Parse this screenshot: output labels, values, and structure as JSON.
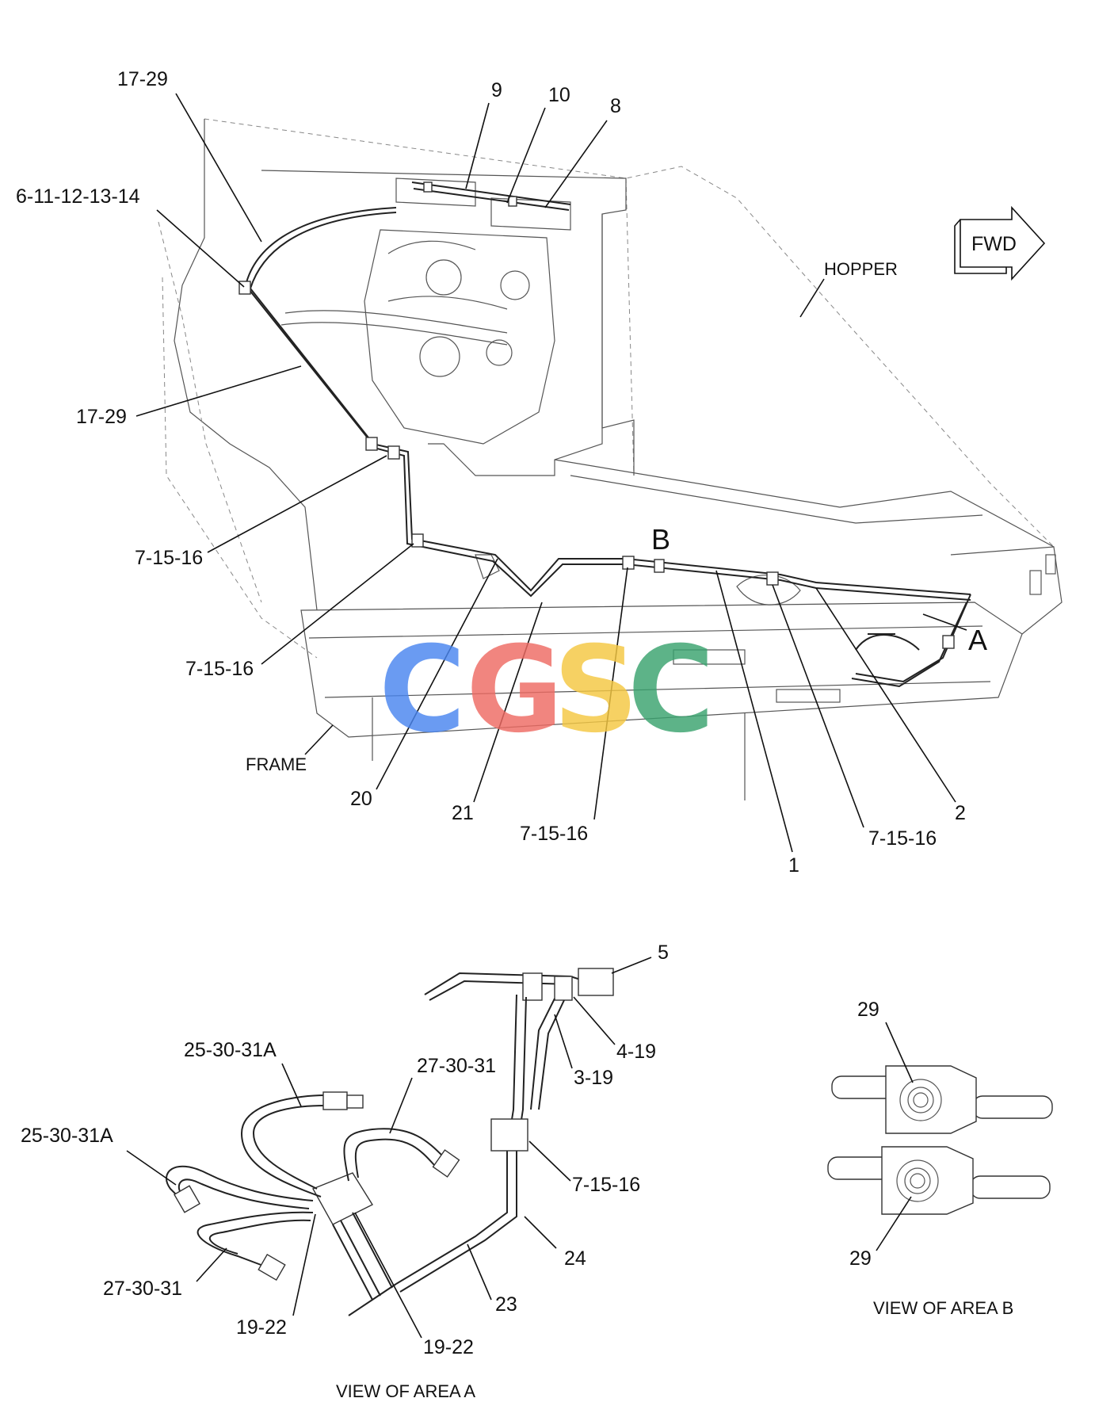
{
  "direction_arrow": "FWD",
  "area_markers": {
    "a": "A",
    "b": "B"
  },
  "labels": {
    "hopper": "HOPPER",
    "frame": "FRAME",
    "view_area_a": "VIEW OF AREA A",
    "view_area_b": "VIEW OF AREA B"
  },
  "callouts": {
    "c17_29_top": "17-29",
    "c6_11_12_13_14": "6-11-12-13-14",
    "c17_29_mid": "17-29",
    "c7_15_16_a": "7-15-16",
    "c7_15_16_b": "7-15-16",
    "c9": "9",
    "c10": "10",
    "c8": "8",
    "c20": "20",
    "c21": "21",
    "c7_15_16_c": "7-15-16",
    "c1": "1",
    "c7_15_16_d": "7-15-16",
    "c2": "2",
    "c5": "5",
    "c4_19": "4-19",
    "c3_19": "3-19",
    "c25_30_31a_top": "25-30-31A",
    "c27_30_31_top": "27-30-31",
    "c25_30_31a_left": "25-30-31A",
    "c7_15_16_e": "7-15-16",
    "c24": "24",
    "c27_30_31_bot": "27-30-31",
    "c23": "23",
    "c19_22_left": "19-22",
    "c19_22_right": "19-22",
    "c29_top": "29",
    "c29_bot": "29"
  },
  "watermark": {
    "letters": [
      "C",
      "G",
      "S",
      "C"
    ],
    "colors": [
      "#4a86f0",
      "#ef6b63",
      "#f5c842",
      "#3aa36f"
    ]
  }
}
